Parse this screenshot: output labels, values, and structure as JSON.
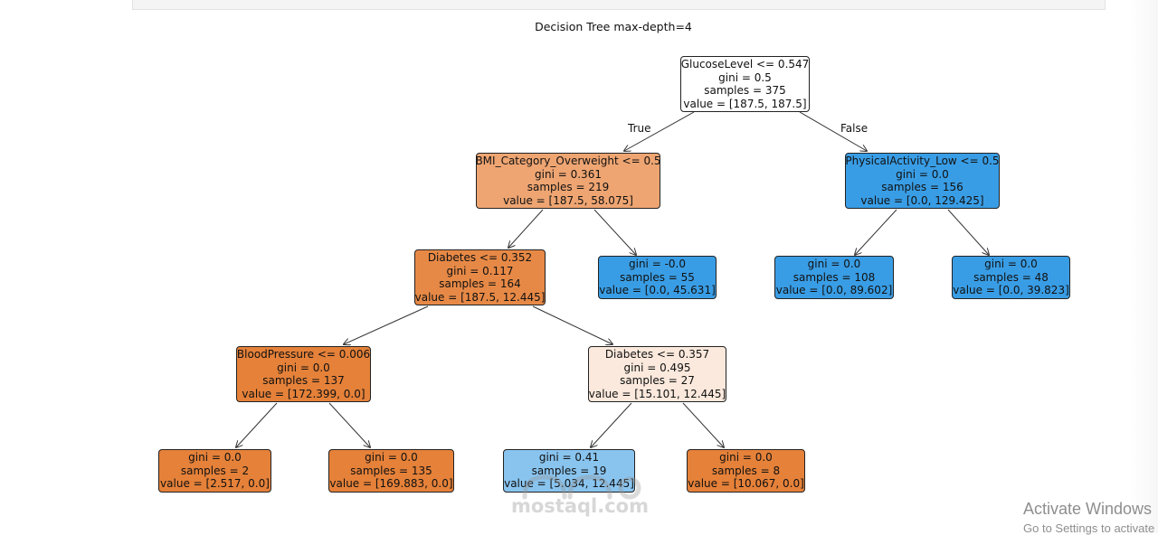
{
  "title": "Decision Tree max-depth=4",
  "edge_labels": {
    "true": "True",
    "false": "False"
  },
  "nodes": {
    "n0": {
      "l1": "GlucoseLevel <= 0.547",
      "l2": "gini = 0.5",
      "l3": "samples = 375",
      "l4": "value = [187.5, 187.5]",
      "fill": "#ffffff"
    },
    "n1": {
      "l1": "BMI_Category_Overweight <= 0.5",
      "l2": "gini = 0.361",
      "l3": "samples = 219",
      "l4": "value = [187.5, 58.075]",
      "fill": "#eea572"
    },
    "n2": {
      "l1": "PhysicalActivity_Low <= 0.5",
      "l2": "gini = 0.0",
      "l3": "samples = 156",
      "l4": "value = [0.0, 129.425]",
      "fill": "#399de5"
    },
    "n3": {
      "l1": "Diabetes <= 0.352",
      "l2": "gini = 0.117",
      "l3": "samples = 164",
      "l4": "value = [187.5, 12.445]",
      "fill": "#e78946"
    },
    "n4": {
      "l1": "gini = -0.0",
      "l2": "samples = 55",
      "l3": "value = [0.0, 45.631]",
      "fill": "#399de5"
    },
    "n5": {
      "l1": "gini = 0.0",
      "l2": "samples = 108",
      "l3": "value = [0.0, 89.602]",
      "fill": "#399de5"
    },
    "n6": {
      "l1": "gini = 0.0",
      "l2": "samples = 48",
      "l3": "value = [0.0, 39.823]",
      "fill": "#399de5"
    },
    "n7": {
      "l1": "BloodPressure <= 0.006",
      "l2": "gini = 0.0",
      "l3": "samples = 137",
      "l4": "value = [172.399, 0.0]",
      "fill": "#e58139"
    },
    "n8": {
      "l1": "Diabetes <= 0.357",
      "l2": "gini = 0.495",
      "l3": "samples = 27",
      "l4": "value = [15.101, 12.445]",
      "fill": "#fae9dc"
    },
    "n9": {
      "l1": "gini = 0.0",
      "l2": "samples = 2",
      "l3": "value = [2.517, 0.0]",
      "fill": "#e58139"
    },
    "n10": {
      "l1": "gini = 0.0",
      "l2": "samples = 135",
      "l3": "value = [169.883, 0.0]",
      "fill": "#e58139"
    },
    "n11": {
      "l1": "gini = 0.41",
      "l2": "samples = 19",
      "l3": "value = [5.034, 12.445]",
      "fill": "#89c4ef"
    },
    "n12": {
      "l1": "gini = 0.0",
      "l2": "samples = 8",
      "l3": "value = [10.067, 0.0]",
      "fill": "#e58139"
    }
  },
  "watermark": "mostaql.com",
  "os_notice": {
    "line1": "Activate Windows",
    "line2": "Go to Settings to activate Windows."
  }
}
